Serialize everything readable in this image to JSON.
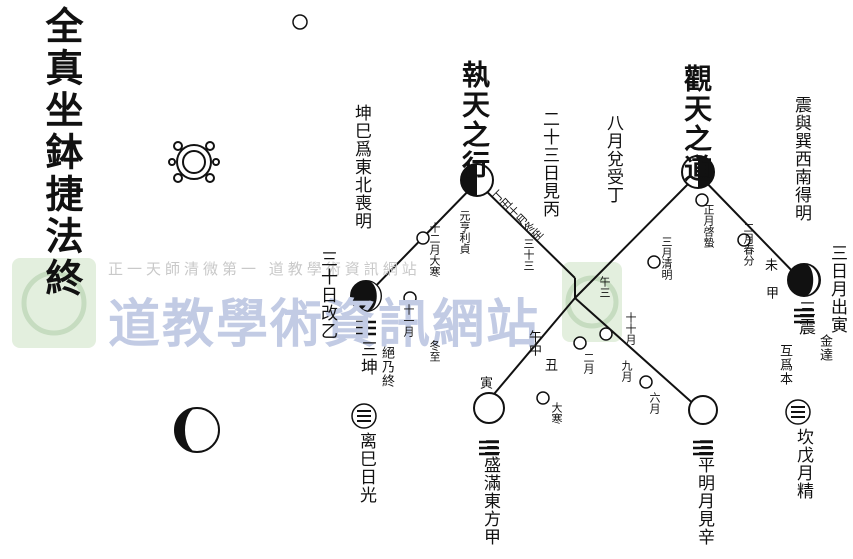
{
  "title": "全真坐鉢捷法終",
  "headings": {
    "left": "執天之行",
    "right": "觀天之道"
  },
  "notes": {
    "kun_northeast": "坤巳爲東北喪明",
    "day23": "二十三日見丙",
    "month8": "八月兌受丁",
    "zhen_southwest": "震與巽西南得明",
    "day30": "三十日改乙",
    "day3": "三日月出寅",
    "kun_bottom": "三坤",
    "kun_bottom2": "絕乃終",
    "gate_rising": "离巳日光",
    "zhen_bottom": "三震",
    "zhen_sub": "金達",
    "zhen_sub2": "互爲本",
    "zhen_moon": "坎戊月精",
    "qian_bottom": "三盛滿東方甲",
    "qian_bottom2": "三平明月見辛"
  },
  "branches": {
    "b1": "丁丑十月冬至",
    "b2": "元亨利貞",
    "b3": "十二月大寒",
    "b4": "三十三",
    "b5": "午中",
    "b6": "正月啓蟄",
    "b7": "二月春分",
    "b8": "三月清明",
    "b9": "十十月",
    "b10": "午三",
    "b11": "丑",
    "b12": "未",
    "b13": "二月",
    "b14": "六月",
    "b15": "九月",
    "b16": "十一月",
    "b17": "大寒",
    "b18": "冬至"
  },
  "labels": {
    "yin": "寅",
    "shen": "甲"
  },
  "watermark": {
    "line1": "正一天師清微第一 道教學術資訊網站",
    "brand": "道教學術資訊網站"
  },
  "colors": {
    "ink": "#111111",
    "watermark_blue": "#c2cbe4",
    "watermark_green": "#dfeede"
  }
}
